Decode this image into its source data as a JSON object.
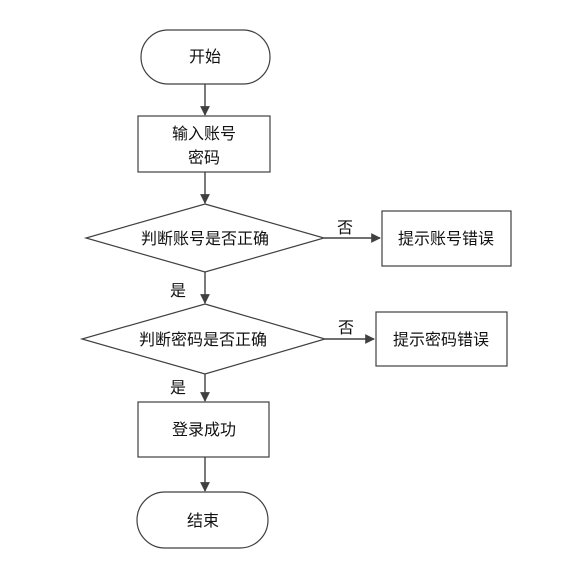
{
  "diagram": {
    "nodes": {
      "start": {
        "label": "开始"
      },
      "input": {
        "line1": "输入账号",
        "line2": "密码"
      },
      "check_account": {
        "label": "判断账号是否正确"
      },
      "account_error": {
        "label": "提示账号错误"
      },
      "check_password": {
        "label": "判断密码是否正确"
      },
      "password_error": {
        "label": "提示密码错误"
      },
      "success": {
        "label": "登录成功"
      },
      "end": {
        "label": "结束"
      }
    },
    "edges": {
      "account_no": "否",
      "account_yes": "是",
      "password_no": "否",
      "password_yes": "是"
    }
  }
}
